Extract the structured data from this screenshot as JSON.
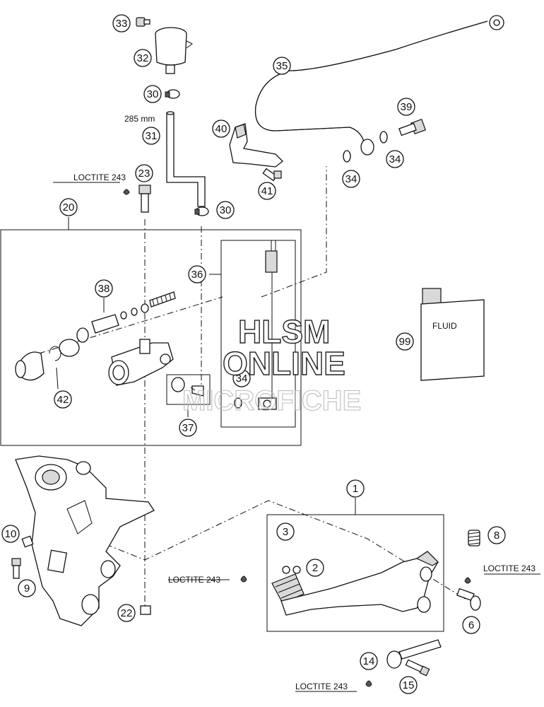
{
  "callouts": {
    "c1": "1",
    "c2": "2",
    "c3": "3",
    "c6": "6",
    "c8": "8",
    "c9": "9",
    "c10": "10",
    "c14": "14",
    "c15": "15",
    "c20": "20",
    "c22": "22",
    "c23": "23",
    "c30a": "30",
    "c30b": "30",
    "c31": "31",
    "c32": "32",
    "c33": "33",
    "c34a": "34",
    "c34b": "34",
    "c34c": "34",
    "c35": "35",
    "c36": "36",
    "c37": "37",
    "c38": "38",
    "c39": "39",
    "c40": "40",
    "c41": "41",
    "c42": "42",
    "c99": "99"
  },
  "notes": {
    "loctite_1": "LOCTITE 243",
    "loctite_2": "LOCTITE 243",
    "loctite_3": "LOCTITE 243",
    "loctite_4": "LOCTITE 243",
    "hose_length": "285 mm",
    "fluid_label": "FLUID"
  },
  "watermark": {
    "line1": "HLSM",
    "line2": "ONLINE",
    "line3": "MICROFICHE"
  }
}
